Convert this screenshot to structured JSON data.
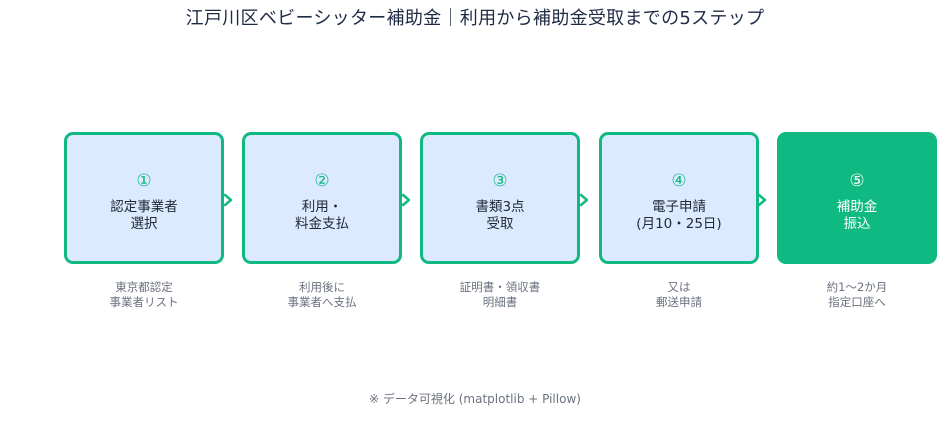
{
  "title": "江戸川区ベビーシッター補助金｜利用から補助金受取までの5ステップ",
  "colors": {
    "accent": "#10b981",
    "box_fill": "#dbeafe",
    "final_fill": "#10b981",
    "text_dark": "#1f2937",
    "text_muted": "#6b7280"
  },
  "steps": [
    {
      "num": "①",
      "label": "認定事業者\n選択",
      "note": "東京都認定\n事業者リスト"
    },
    {
      "num": "②",
      "label": "利用・\n料金支払",
      "note": "利用後に\n事業者へ支払"
    },
    {
      "num": "③",
      "label": "書類3点\n受取",
      "note": "証明書・領収書\n明細書"
    },
    {
      "num": "④",
      "label": "電子申請\n(月10・25日)",
      "note": "又は\n郵送申請"
    },
    {
      "num": "⑤",
      "label": "補助金\n振込",
      "note": "約1〜2か月\n指定口座へ"
    }
  ],
  "footer": "※ データ可視化 (matplotlib + Pillow)"
}
